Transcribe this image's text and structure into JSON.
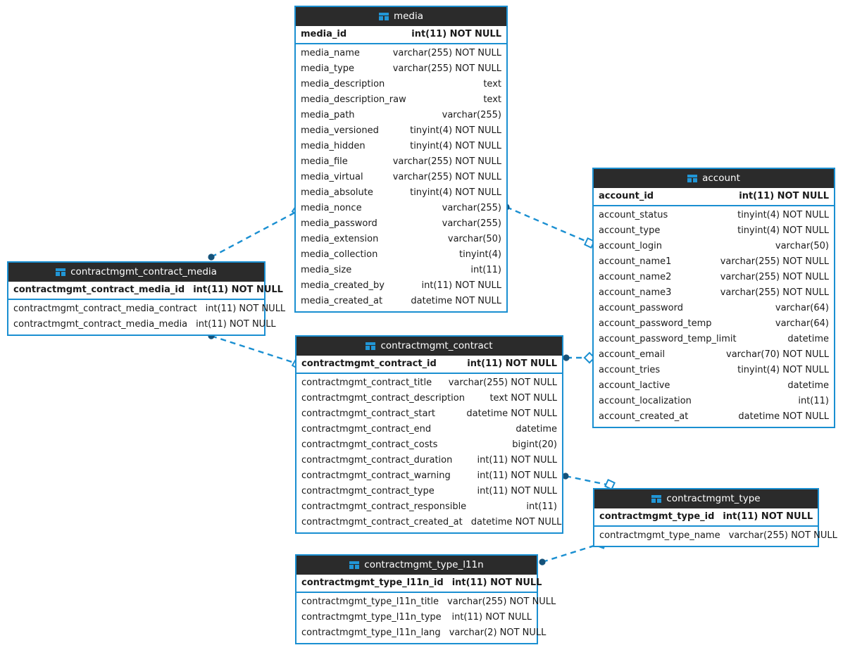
{
  "diagram": {
    "kind": "entity-relationship-diagram",
    "colors": {
      "header_background": "#2b2b2b",
      "header_text": "#ffffff",
      "border": "#1a8fd1",
      "icon": "#2196d6",
      "link": "#1a8fd1",
      "body_background": "#ffffff",
      "body_text": "#1a1a1a"
    },
    "icon_name": "table-icon"
  },
  "entities": [
    {
      "id": "media",
      "title": "media",
      "primary_key": {
        "name": "media_id",
        "type": "int(11) NOT NULL"
      },
      "columns": [
        {
          "name": "media_name",
          "type": "varchar(255) NOT NULL"
        },
        {
          "name": "media_type",
          "type": "varchar(255) NOT NULL"
        },
        {
          "name": "media_description",
          "type": "text"
        },
        {
          "name": "media_description_raw",
          "type": "text"
        },
        {
          "name": "media_path",
          "type": "varchar(255)"
        },
        {
          "name": "media_versioned",
          "type": "tinyint(4) NOT NULL"
        },
        {
          "name": "media_hidden",
          "type": "tinyint(4) NOT NULL"
        },
        {
          "name": "media_file",
          "type": "varchar(255) NOT NULL"
        },
        {
          "name": "media_virtual",
          "type": "varchar(255) NOT NULL"
        },
        {
          "name": "media_absolute",
          "type": "tinyint(4) NOT NULL"
        },
        {
          "name": "media_nonce",
          "type": "varchar(255)"
        },
        {
          "name": "media_password",
          "type": "varchar(255)"
        },
        {
          "name": "media_extension",
          "type": "varchar(50)"
        },
        {
          "name": "media_collection",
          "type": "tinyint(4)"
        },
        {
          "name": "media_size",
          "type": "int(11)"
        },
        {
          "name": "media_created_by",
          "type": "int(11) NOT NULL"
        },
        {
          "name": "media_created_at",
          "type": "datetime NOT NULL"
        }
      ]
    },
    {
      "id": "account",
      "title": "account",
      "primary_key": {
        "name": "account_id",
        "type": "int(11) NOT NULL"
      },
      "columns": [
        {
          "name": "account_status",
          "type": "tinyint(4) NOT NULL"
        },
        {
          "name": "account_type",
          "type": "tinyint(4) NOT NULL"
        },
        {
          "name": "account_login",
          "type": "varchar(50)"
        },
        {
          "name": "account_name1",
          "type": "varchar(255) NOT NULL"
        },
        {
          "name": "account_name2",
          "type": "varchar(255) NOT NULL"
        },
        {
          "name": "account_name3",
          "type": "varchar(255) NOT NULL"
        },
        {
          "name": "account_password",
          "type": "varchar(64)"
        },
        {
          "name": "account_password_temp",
          "type": "varchar(64)"
        },
        {
          "name": "account_password_temp_limit",
          "type": "datetime"
        },
        {
          "name": "account_email",
          "type": "varchar(70) NOT NULL"
        },
        {
          "name": "account_tries",
          "type": "tinyint(4) NOT NULL"
        },
        {
          "name": "account_lactive",
          "type": "datetime"
        },
        {
          "name": "account_localization",
          "type": "int(11)"
        },
        {
          "name": "account_created_at",
          "type": "datetime NOT NULL"
        }
      ]
    },
    {
      "id": "contractmgmt_contract_media",
      "title": "contractmgmt_contract_media",
      "primary_key": {
        "name": "contractmgmt_contract_media_id",
        "type": "int(11) NOT NULL"
      },
      "columns": [
        {
          "name": "contractmgmt_contract_media_contract",
          "type": "int(11) NOT NULL"
        },
        {
          "name": "contractmgmt_contract_media_media",
          "type": "int(11) NOT NULL"
        }
      ]
    },
    {
      "id": "contractmgmt_contract",
      "title": "contractmgmt_contract",
      "primary_key": {
        "name": "contractmgmt_contract_id",
        "type": "int(11) NOT NULL"
      },
      "columns": [
        {
          "name": "contractmgmt_contract_title",
          "type": "varchar(255) NOT NULL"
        },
        {
          "name": "contractmgmt_contract_description",
          "type": "text NOT NULL"
        },
        {
          "name": "contractmgmt_contract_start",
          "type": "datetime NOT NULL"
        },
        {
          "name": "contractmgmt_contract_end",
          "type": "datetime"
        },
        {
          "name": "contractmgmt_contract_costs",
          "type": "bigint(20)"
        },
        {
          "name": "contractmgmt_contract_duration",
          "type": "int(11) NOT NULL"
        },
        {
          "name": "contractmgmt_contract_warning",
          "type": "int(11) NOT NULL"
        },
        {
          "name": "contractmgmt_contract_type",
          "type": "int(11) NOT NULL"
        },
        {
          "name": "contractmgmt_contract_responsible",
          "type": "int(11)"
        },
        {
          "name": "contractmgmt_contract_created_at",
          "type": "datetime NOT NULL"
        }
      ]
    },
    {
      "id": "contractmgmt_type",
      "title": "contractmgmt_type",
      "primary_key": {
        "name": "contractmgmt_type_id",
        "type": "int(11) NOT NULL"
      },
      "columns": [
        {
          "name": "contractmgmt_type_name",
          "type": "varchar(255) NOT NULL"
        }
      ]
    },
    {
      "id": "contractmgmt_type_l11n",
      "title": "contractmgmt_type_l11n",
      "primary_key": {
        "name": "contractmgmt_type_l11n_id",
        "type": "int(11) NOT NULL"
      },
      "columns": [
        {
          "name": "contractmgmt_type_l11n_title",
          "type": "varchar(255) NOT NULL"
        },
        {
          "name": "contractmgmt_type_l11n_type",
          "type": "int(11) NOT NULL"
        },
        {
          "name": "contractmgmt_type_l11n_lang",
          "type": "varchar(2) NOT NULL"
        }
      ]
    }
  ],
  "relationships": [
    {
      "id": "rel-contract_media-media",
      "from": "contractmgmt_contract_media",
      "to": "media",
      "from_marker": "filled-dot",
      "to_marker": "hollow-diamond"
    },
    {
      "id": "rel-media-account",
      "from": "media",
      "to": "account",
      "from_marker": "filled-dot",
      "to_marker": "hollow-diamond"
    },
    {
      "id": "rel-contract_media-contract",
      "from": "contractmgmt_contract_media",
      "to": "contractmgmt_contract",
      "from_marker": "filled-dot",
      "to_marker": "hollow-diamond"
    },
    {
      "id": "rel-contract-account",
      "from": "contractmgmt_contract",
      "to": "account",
      "from_marker": "filled-dot",
      "to_marker": "hollow-diamond"
    },
    {
      "id": "rel-contract-type",
      "from": "contractmgmt_contract",
      "to": "contractmgmt_type",
      "from_marker": "filled-dot",
      "to_marker": "hollow-diamond"
    },
    {
      "id": "rel-type_l11n-type",
      "from": "contractmgmt_type_l11n",
      "to": "contractmgmt_type",
      "from_marker": "filled-dot",
      "to_marker": "hollow-diamond"
    }
  ]
}
